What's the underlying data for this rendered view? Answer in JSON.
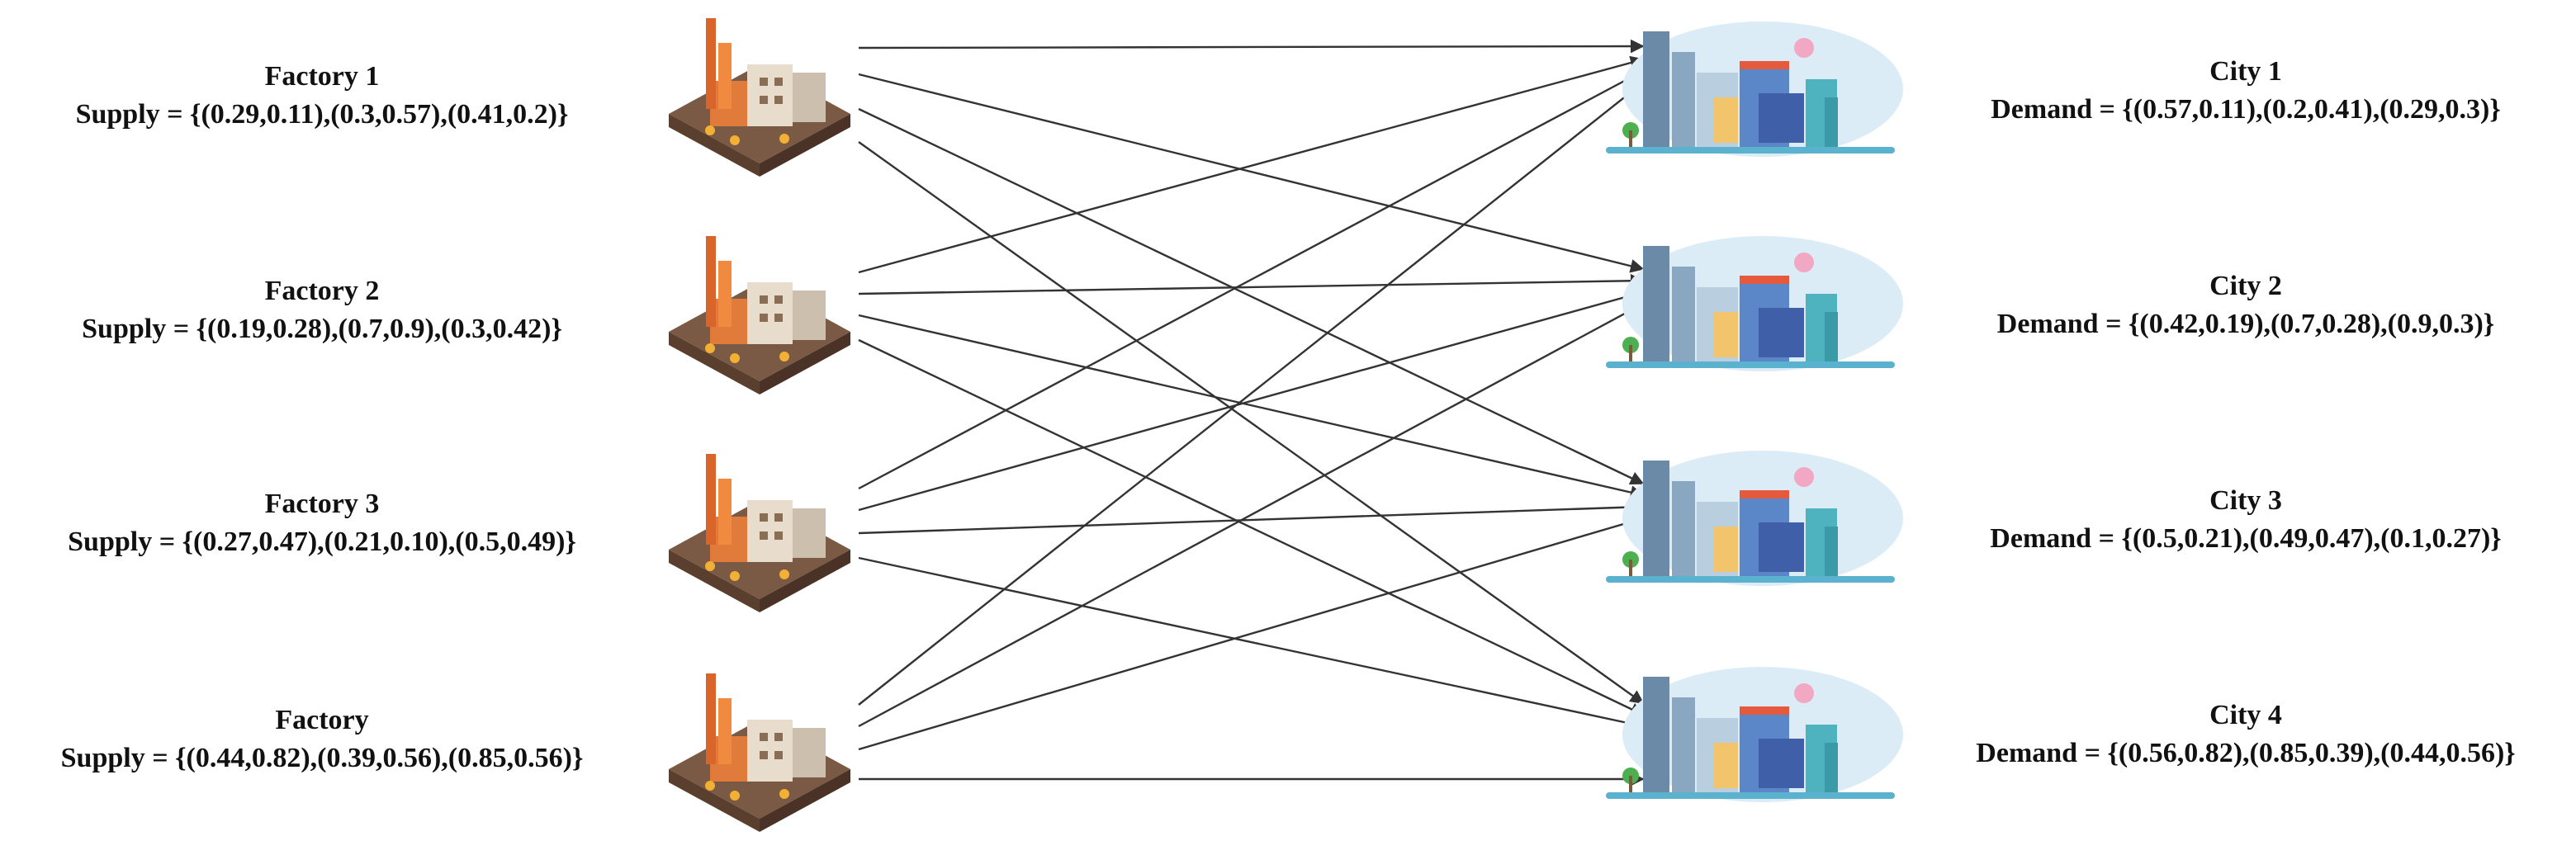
{
  "factories": [
    {
      "title": "Factory 1",
      "prefix": "Supply = ",
      "value": "{(0.29,0.11),(0.3,0.57),(0.41,0.2)}"
    },
    {
      "title": "Factory 2",
      "prefix": "Supply = ",
      "value": "{(0.19,0.28),(0.7,0.9),(0.3,0.42)}"
    },
    {
      "title": "Factory 3",
      "prefix": "Supply = ",
      "value": "{(0.27,0.47),(0.21,0.10),(0.5,0.49)}"
    },
    {
      "title": "Factory",
      "prefix": "Supply = ",
      "value": "{(0.44,0.82),(0.39,0.56),(0.85,0.56)}"
    }
  ],
  "cities": [
    {
      "title": "City 1",
      "prefix": "Demand = ",
      "value": "{(0.57,0.11),(0.2,0.41),(0.29,0.3)}"
    },
    {
      "title": "City 2",
      "prefix": "Demand = ",
      "value": "{(0.42,0.19),(0.7,0.28),(0.9,0.3)}"
    },
    {
      "title": "City 3",
      "prefix": "Demand = ",
      "value": "{(0.5,0.21),(0.49,0.47),(0.1,0.27)}"
    },
    {
      "title": "City 4",
      "prefix": "Demand = ",
      "value": "{(0.56,0.82),(0.85,0.39),(0.44,0.56)}"
    }
  ],
  "icons": {
    "factory": "factory-icon",
    "city": "city-icon"
  },
  "colors": {
    "arrow": "#333333",
    "text": "#111111"
  }
}
